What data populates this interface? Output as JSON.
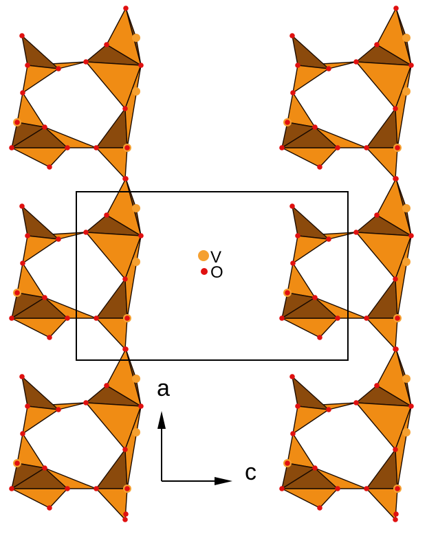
{
  "legend": {
    "items": [
      {
        "symbol": "V",
        "color": "#f08c14",
        "shape": "ball-large"
      },
      {
        "symbol": "O",
        "color": "#e01010",
        "shape": "ball-small"
      }
    ]
  },
  "axes": {
    "vertical_label": "a",
    "horizontal_label": "c"
  },
  "colors": {
    "tetra_light": "#f08c14",
    "tetra_dark": "#8b4a0c",
    "edge": "#1a0a00",
    "vanadium": "#f5a030",
    "oxygen": "#e01010",
    "cell": "#000000"
  },
  "structure": {
    "chains": 2,
    "repeat_units_per_chain": 3
  }
}
